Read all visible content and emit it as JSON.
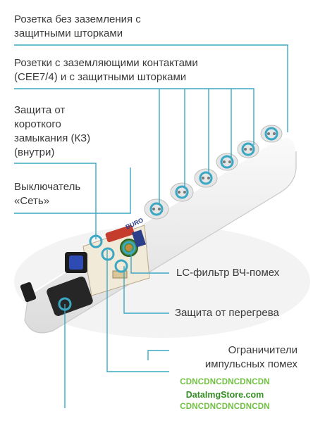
{
  "labels": {
    "outlet_no_ground": [
      "Розетка без заземления с",
      "защитными шторками"
    ],
    "outlets_grounded": [
      "Розетки с заземляющими контактами",
      "(CEE7/4) и с защитными шторками"
    ],
    "short_circuit": [
      "Защита от",
      "короткого",
      "замыкания (КЗ)",
      "(внутри)"
    ],
    "switch": [
      "Выключатель",
      "«Сеть»"
    ],
    "lc_filter": "LC-фильтр ВЧ-помех",
    "overheat": "Защита от перегрева",
    "surge_limiter": [
      "Ограничители",
      "импульсных помех"
    ]
  },
  "device_brand": "BURO",
  "watermark": {
    "line1": "CDNCDNCDNCDNCDN",
    "line2": "DataImgStore.com",
    "line3": "CDNCDNCDNCDNCDN"
  },
  "colors": {
    "callout": "#3aa8c4",
    "text": "#3a3a3a",
    "watermark_green": "#6bbf3a"
  }
}
